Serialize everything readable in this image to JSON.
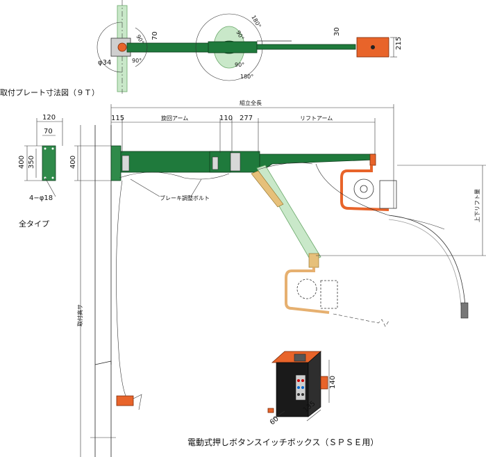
{
  "top_view": {
    "dims": {
      "pivot_angle_left": "90°",
      "pivot_angle_left_lower": "90°",
      "pivot_angle_mid": "90°",
      "pivot_angle_mid_lower": "90°",
      "arc_180_upper": "180°",
      "arc_180_lower": "180°",
      "width_70": "70",
      "width_30": "30",
      "height_215": "215",
      "bolt_phi34": "φ34"
    }
  },
  "plate": {
    "title": "取付プレート寸法図（９Ｔ）",
    "dims": {
      "w120": "120",
      "w70": "70",
      "h400": "400",
      "h350": "350",
      "holes": "4−φ18"
    },
    "type_label": "全タイプ"
  },
  "side_view": {
    "overall_length": "組立全長",
    "seg_115": "115",
    "seg_swing_arm": "旋回アーム",
    "seg_110": "110",
    "seg_277": "277",
    "seg_lift_arm": "リフトアーム",
    "h400": "400",
    "brake_bolt": "ブレーキ調整ボルト",
    "lift_amount": "上下リフト量",
    "mount_height": "取付高サ"
  },
  "switch_box": {
    "caption": "電動式押しボタンスイッチボックス（ＳＰＳＥ用）",
    "dims": {
      "d60": "60",
      "d135": "135",
      "d140": "140"
    }
  },
  "colors": {
    "arm_green": "#1f7a3c",
    "ghost_green": "#c9e8c9",
    "accent_orange": "#e8642a",
    "box_black": "#1a1a1a"
  }
}
